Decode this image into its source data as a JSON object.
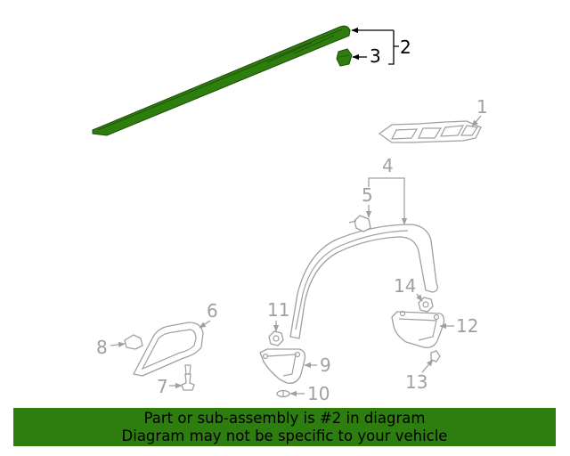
{
  "colors": {
    "highlight_part": "#2e7d0f",
    "banner_bg": "#2e7d0f",
    "dim_part": "#a0a0a0"
  },
  "callouts": {
    "c1": "1",
    "c2": "2",
    "c3": "3",
    "c4": "4",
    "c5": "5",
    "c6": "6",
    "c7": "7",
    "c8": "8",
    "c9": "9",
    "c10": "10",
    "c11": "11",
    "c12": "12",
    "c13": "13",
    "c14": "14"
  },
  "banner": {
    "line1": "Part or sub-assembly is #2 in diagram",
    "line2": "Diagram may not be specific to your vehicle"
  }
}
